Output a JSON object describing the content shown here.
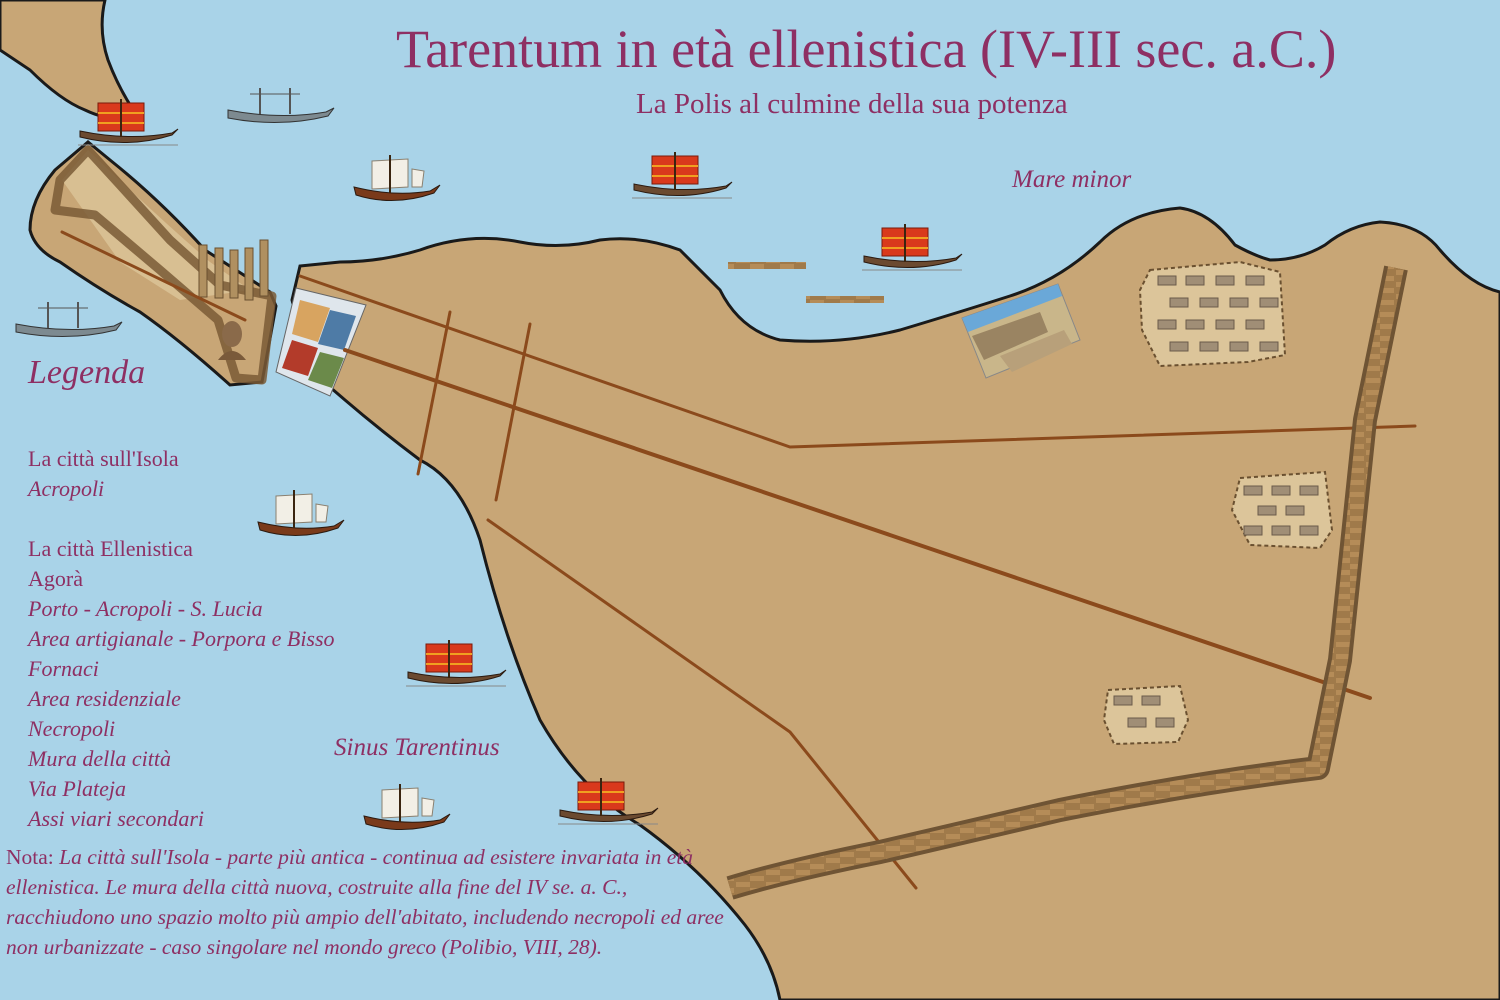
{
  "header": {
    "title": "Tarentum in età ellenistica (IV-III sec. a.C.)",
    "subtitle": "La Polis al culmine della sua potenza"
  },
  "sea_labels": {
    "mare_minor": "Mare minor",
    "sinus": "Sinus Tarentinus"
  },
  "legend": {
    "title": "Legenda",
    "group_island": [
      "La città sull'Isola",
      "Acropoli"
    ],
    "group_hellenistic": [
      "La città Ellenistica",
      "Agorà",
      "Porto - Acropoli - S. Lucia",
      "Area artigianale - Porpora e Bisso",
      "Fornaci",
      "Area residenziale",
      "Necropoli",
      "Mura della città",
      "Via Plateja",
      "Assi viari secondari"
    ]
  },
  "note": {
    "label": "Nota:",
    "text": "La città sull'Isola - parte più antica - continua ad esistere invariata in età ellenistica. Le mura della città nuova, costruite alla fine del IV se. a. C., racchiudono uno spazio molto più ampio dell'abitato, includendo necropoli ed aree non urbanizzate - caso singolare nel mondo greco (Polibio, VIII, 28)."
  },
  "colors": {
    "sea": "#a9d3e8",
    "land": "#c8a676",
    "coast": "#1a1a1a",
    "text": "#8e2f63",
    "roads": "#8b4a1c",
    "wall": "#8a6a42"
  },
  "icons": {
    "ships": "ancient-ship-icon",
    "necropolis": "necropolis-tombs-icon",
    "acropolis": "acropolis-columns-icon",
    "agora": "agora-painting-icon",
    "theatre": "theatre-ruins-icon"
  }
}
